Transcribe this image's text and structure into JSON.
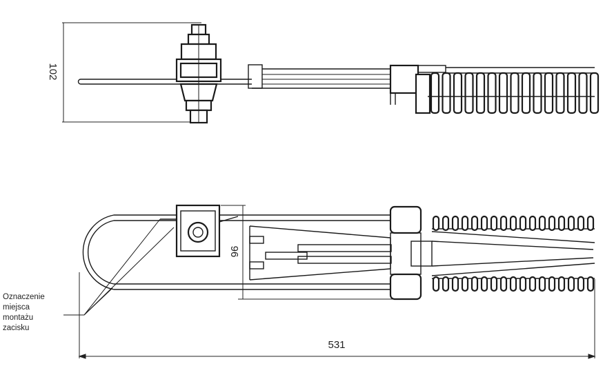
{
  "dimensions": {
    "height_top": "102",
    "height_bottom": "96",
    "length_total": "531"
  },
  "note": {
    "lines": [
      "Oznaczenie",
      "miejsca",
      "montażu",
      "zacisku"
    ]
  },
  "colors": {
    "line": "#1a1a1a",
    "background": "#ffffff"
  }
}
